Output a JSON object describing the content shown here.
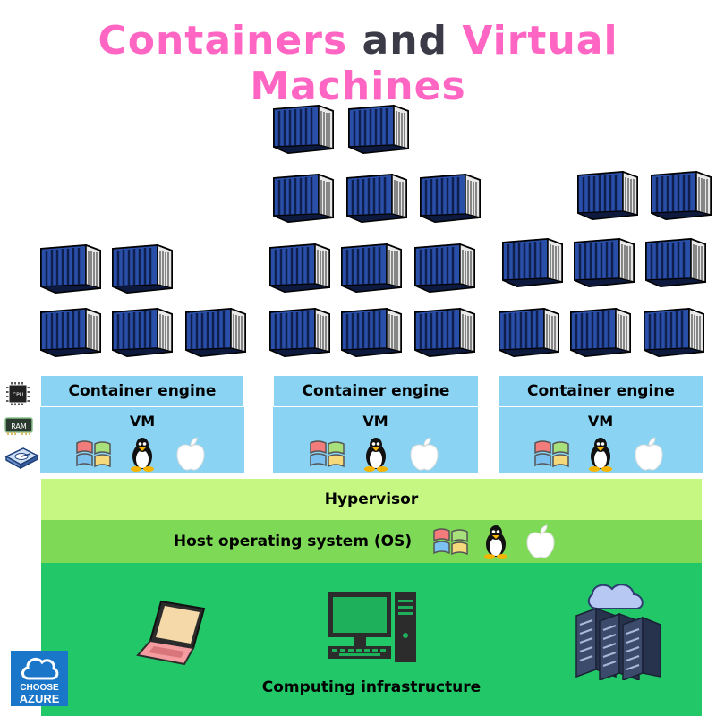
{
  "title": {
    "part1": "Containers",
    "part2": "and",
    "part3": "Virtual Machines"
  },
  "colors": {
    "title_pink": "#ff66c4",
    "title_dark": "#3b3b48",
    "container_engine": "#8ad3f2",
    "vm": "#8ad3f2",
    "hypervisor": "#c7f783",
    "host_os": "#7ed957",
    "infrastructure": "#22c768",
    "shipping_container": "#1f3f8f"
  },
  "stacks": [
    {
      "engine_label": "Container engine",
      "vm_label": "VM",
      "container_count": 5
    },
    {
      "engine_label": "Container engine",
      "vm_label": "VM",
      "container_count": 11
    },
    {
      "engine_label": "Container engine",
      "vm_label": "VM",
      "container_count": 8
    }
  ],
  "os_icons": [
    "windows-icon",
    "linux-tux-icon",
    "apple-icon"
  ],
  "hypervisor_label": "Hypervisor",
  "host_os_label": "Host operating system (OS)",
  "infrastructure_label": "Computing infrastructure",
  "infrastructure_icons": [
    "laptop-icon",
    "desktop-computer-icon",
    "cloud-server-icon"
  ],
  "side_icons": [
    {
      "icon": "cpu-chip-icon",
      "label": "CPU"
    },
    {
      "icon": "ram-module-icon",
      "label": "RAM"
    },
    {
      "icon": "hard-disk-icon",
      "label": ""
    }
  ],
  "logo": {
    "icon": "choose-azure-logo",
    "line1": "CHOOSE",
    "line2": "AZURE"
  }
}
